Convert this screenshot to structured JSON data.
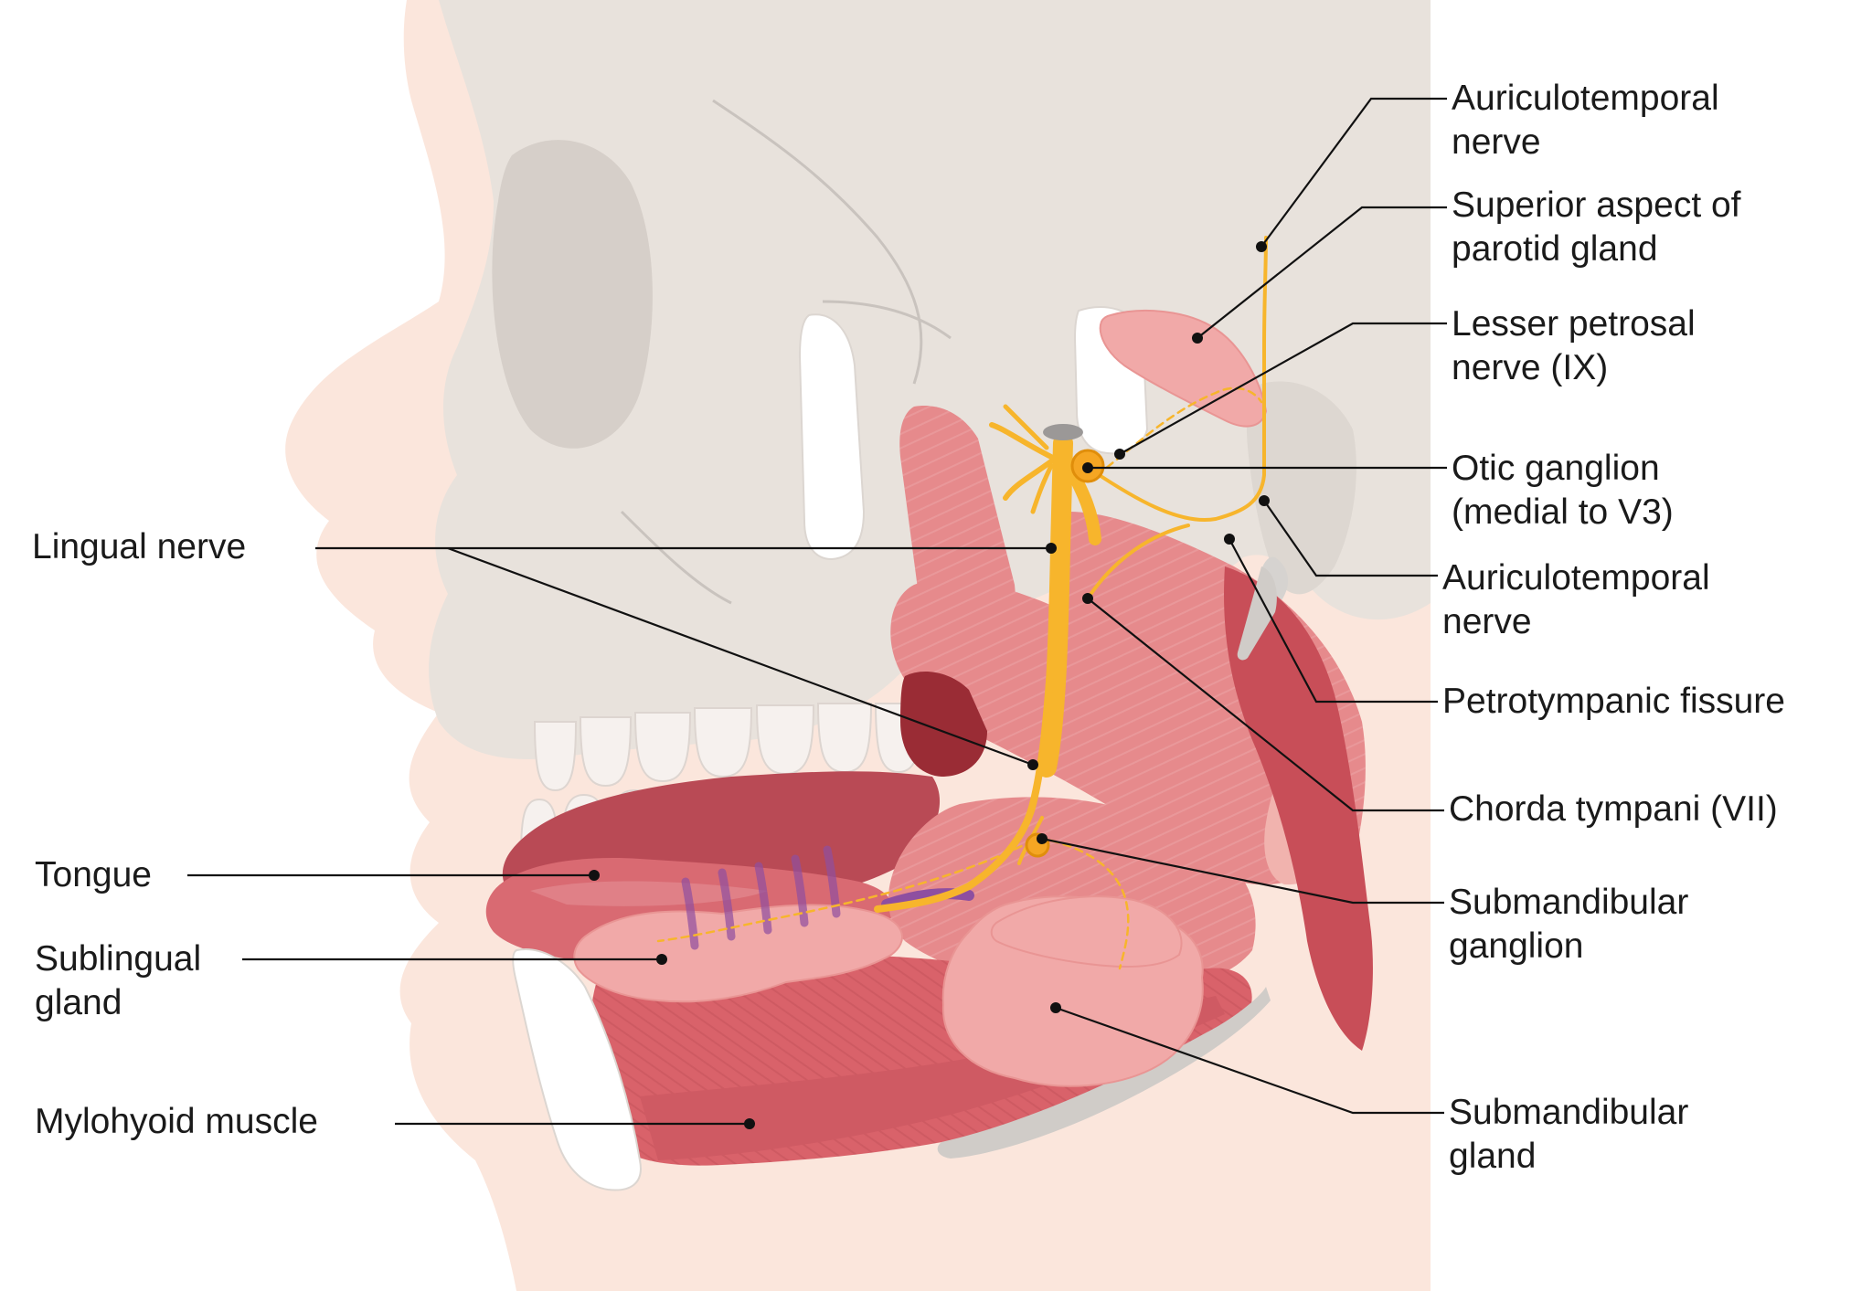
{
  "colors": {
    "skin": "#fbe6dc",
    "skin_edge": "#f6d6c8",
    "bone": "#e8e2dc",
    "bone_shade": "#d6cfc9",
    "muscle": "#d9626a",
    "muscle_light": "#e68a8c",
    "muscle_dark": "#a8343e",
    "gland": "#f1a9a8",
    "nerve": "#f7b52c",
    "teeth": "#f6f1ee",
    "duct": "#8e4fa0"
  },
  "labels": {
    "auriculotemporal_top": [
      "Auriculotemporal",
      "nerve"
    ],
    "parotid": [
      "Superior aspect of",
      "parotid gland"
    ],
    "lesser_petrosal": [
      "Lesser petrosal",
      "nerve (IX)"
    ],
    "otic_ganglion": [
      "Otic ganglion",
      "(medial to V3)"
    ],
    "auriculotemporal_mid": [
      "Auriculotemporal",
      "nerve"
    ],
    "petrotympanic": [
      "Petrotympanic fissure"
    ],
    "chorda_tympani": [
      "Chorda tympani (VII)"
    ],
    "submandibular_ganglion": [
      "Submandibular",
      "ganglion"
    ],
    "submandibular_gland": [
      "Submandibular",
      "gland"
    ],
    "lingual_nerve": [
      "Lingual nerve"
    ],
    "tongue": [
      "Tongue"
    ],
    "sublingual_gland": [
      "Sublingual",
      "gland"
    ],
    "mylohyoid": [
      "Mylohyoid muscle"
    ]
  }
}
